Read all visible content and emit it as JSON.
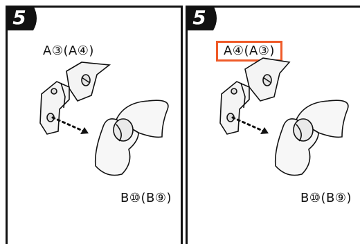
{
  "panels": [
    {
      "step_number": "5",
      "label_top": "A③(A④)",
      "label_bottom": "B⑩(B⑨)",
      "highlighted": false
    },
    {
      "step_number": "5",
      "label_top": "A④(A③)",
      "label_bottom": "B⑩(B⑨)",
      "highlighted": true
    }
  ],
  "colors": {
    "frame": "#111111",
    "badge": "#111111",
    "highlight_border": "#ef5a28"
  }
}
